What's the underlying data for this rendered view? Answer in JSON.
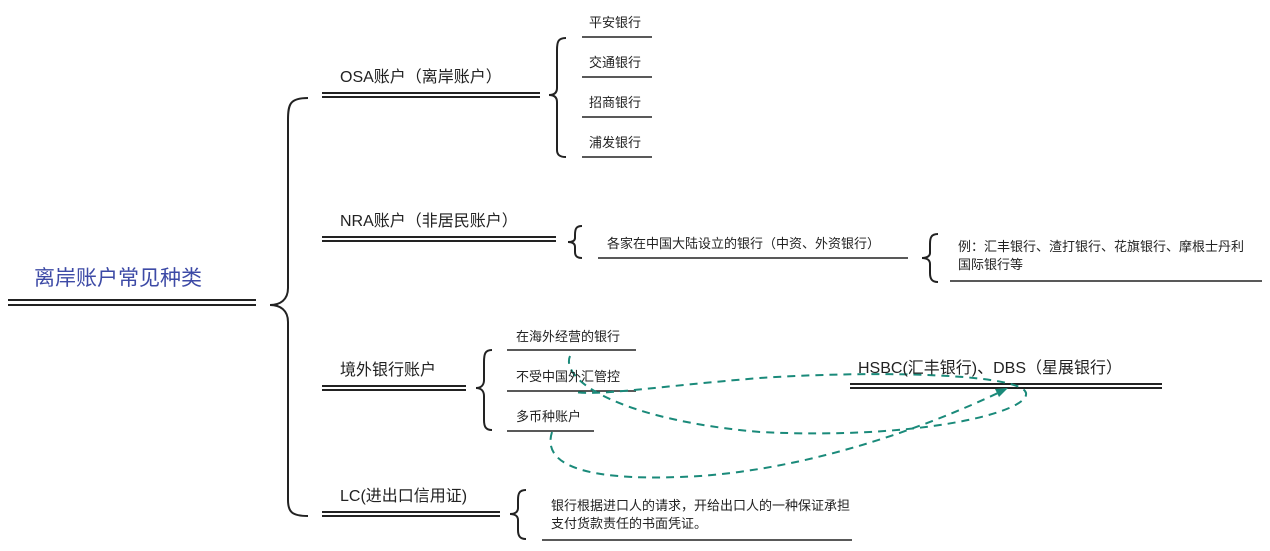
{
  "root": {
    "label": "离岸账户常见种类"
  },
  "branches": {
    "osa": {
      "label": "OSA账户（离岸账户）",
      "children": [
        "平安银行",
        "交通银行",
        "招商银行",
        "浦发银行"
      ]
    },
    "nra": {
      "label": "NRA账户（非居民账户）",
      "child": "各家在中国大陆设立的银行（中资、外资银行）",
      "grandchild": "例：汇丰银行、渣打银行、花旗银行、摩根士丹利国际银行等"
    },
    "offshore": {
      "label": "境外银行账户",
      "children": [
        "在海外经营的银行",
        "不受中国外汇管控",
        "多币种账户"
      ],
      "example": "HSBC(汇丰银行)、DBS（星展银行）"
    },
    "lc": {
      "label": "LC(进出口信用证)",
      "child": "银行根据进口人的请求，开给出口人的一种保证承担支付货款责任的书面凭证。"
    }
  },
  "colors": {
    "root_text": "#3d4aa6",
    "line": "#222222",
    "relation": "#1a8a7a"
  }
}
